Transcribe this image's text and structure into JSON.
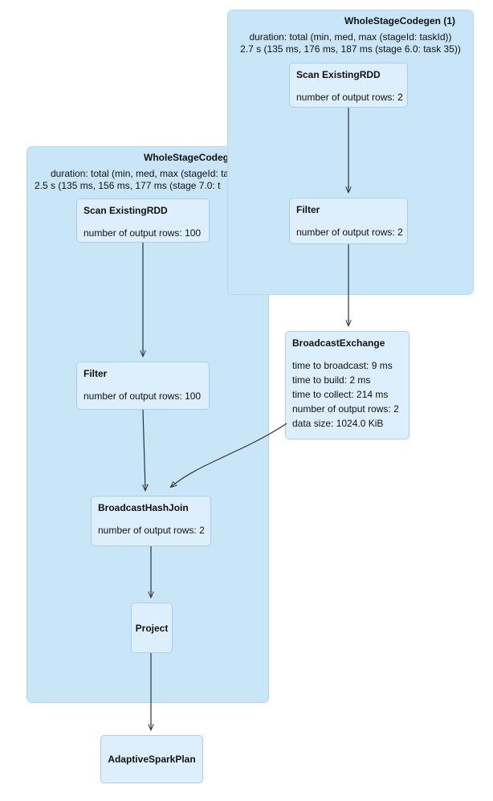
{
  "colors": {
    "cluster_bg": "#c9e5f8",
    "cluster_border": "#b3d7ef",
    "node_bg": "#ddeffc",
    "node_border": "#a6cfec",
    "text": "#111111",
    "arrow": "#333333"
  },
  "clusters": [
    {
      "id": "wholestagecodegen-1",
      "title": "WholeStageCodegen (1)",
      "duration_lines": [
        "duration: total (min, med, max (stageId: taskId))",
        "2.7 s (135 ms, 176 ms, 187 ms (stage 6.0: task 35))"
      ]
    },
    {
      "id": "wholestagecodegen-2",
      "title": "WholeStageCodegen",
      "duration_lines": [
        "duration: total (min, med, max (stageId: taskId))",
        "2.5 s (135 ms, 156 ms, 177 ms (stage 7.0: t"
      ]
    }
  ],
  "nodes": [
    {
      "id": "scan-right",
      "title": "Scan ExistingRDD",
      "metrics": [
        "number of output rows: 2"
      ]
    },
    {
      "id": "filter-right",
      "title": "Filter",
      "metrics": [
        "number of output rows: 2"
      ]
    },
    {
      "id": "broadcast-exchange",
      "title": "BroadcastExchange",
      "metrics": [
        "time to broadcast: 9 ms",
        "time to build: 2 ms",
        "time to collect: 214 ms",
        "number of output rows: 2",
        "data size: 1024.0 KiB"
      ]
    },
    {
      "id": "scan-left",
      "title": "Scan ExistingRDD",
      "metrics": [
        "number of output rows: 100"
      ]
    },
    {
      "id": "filter-left",
      "title": "Filter",
      "metrics": [
        "number of output rows: 100"
      ]
    },
    {
      "id": "broadcast-hash-join",
      "title": "BroadcastHashJoin",
      "metrics": [
        "number of output rows: 2"
      ]
    },
    {
      "id": "project",
      "title": "Project",
      "metrics": []
    },
    {
      "id": "adaptive-spark-plan",
      "title": "AdaptiveSparkPlan",
      "metrics": []
    }
  ],
  "edges": [
    {
      "from": "scan-right",
      "to": "filter-right"
    },
    {
      "from": "filter-right",
      "to": "broadcast-exchange"
    },
    {
      "from": "broadcast-exchange",
      "to": "broadcast-hash-join"
    },
    {
      "from": "scan-left",
      "to": "filter-left"
    },
    {
      "from": "filter-left",
      "to": "broadcast-hash-join"
    },
    {
      "from": "broadcast-hash-join",
      "to": "project"
    },
    {
      "from": "project",
      "to": "adaptive-spark-plan"
    }
  ]
}
